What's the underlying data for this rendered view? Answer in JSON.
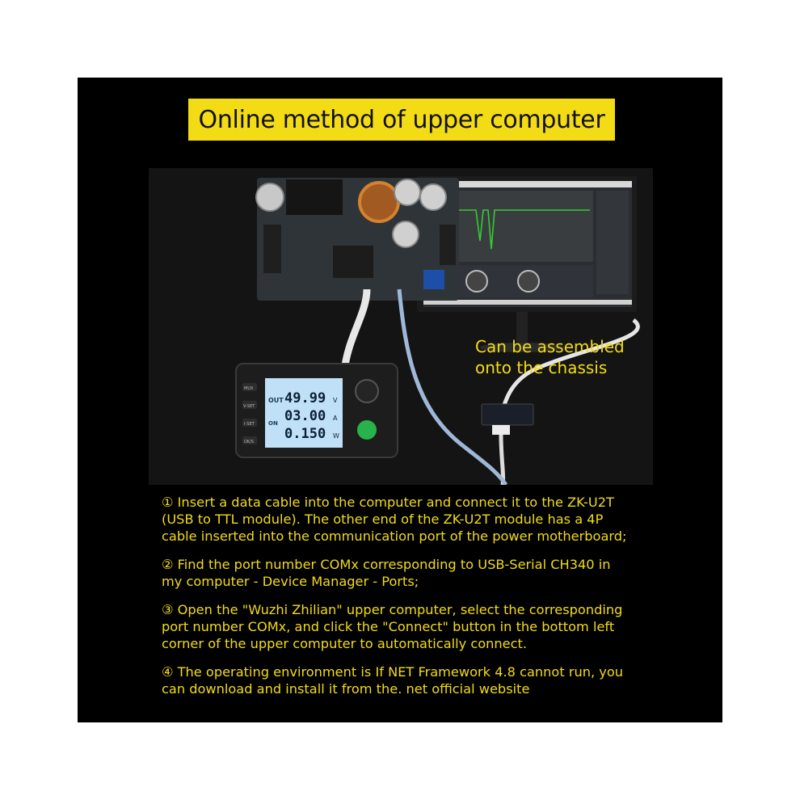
{
  "title": "Online method of upper computer",
  "caption": {
    "line1": "Can be assembled",
    "line2": "onto the chassis"
  },
  "steps": [
    "① Insert a data cable into the computer and connect it to the ZK-U2T\n(USB to TTL module). The other end of the ZK-U2T module has a 4P\ncable inserted into the communication port of the power motherboard;",
    "② Find the port number COMx corresponding to USB-Serial CH340 in\nmy computer - Device Manager - Ports;",
    "③ Open the \"Wuzhi Zhilian\" upper computer, select the corresponding\nport number COMx, and click the \"Connect\" button in the bottom left\ncorner of the upper computer to automatically connect.",
    "④ The operating environment is If NET Framework 4.8 cannot run, you\ncan download and install it from the. net official website"
  ],
  "module_display": {
    "out_label": "OUT",
    "on_label": "ON",
    "voltage": "49.99",
    "current": "03.00",
    "power": "0.150",
    "unit_v": "V",
    "unit_a": "A",
    "unit_w": "W",
    "buttons": [
      "MUX",
      "V-SET",
      "I-SET",
      "OK/S"
    ]
  },
  "colors": {
    "accent_yellow": "#f3dc16",
    "background": "#000000",
    "lcd_blue": "#bfe0f6",
    "waveform_green": "#33cc33",
    "power_button_green": "#27b24a"
  }
}
